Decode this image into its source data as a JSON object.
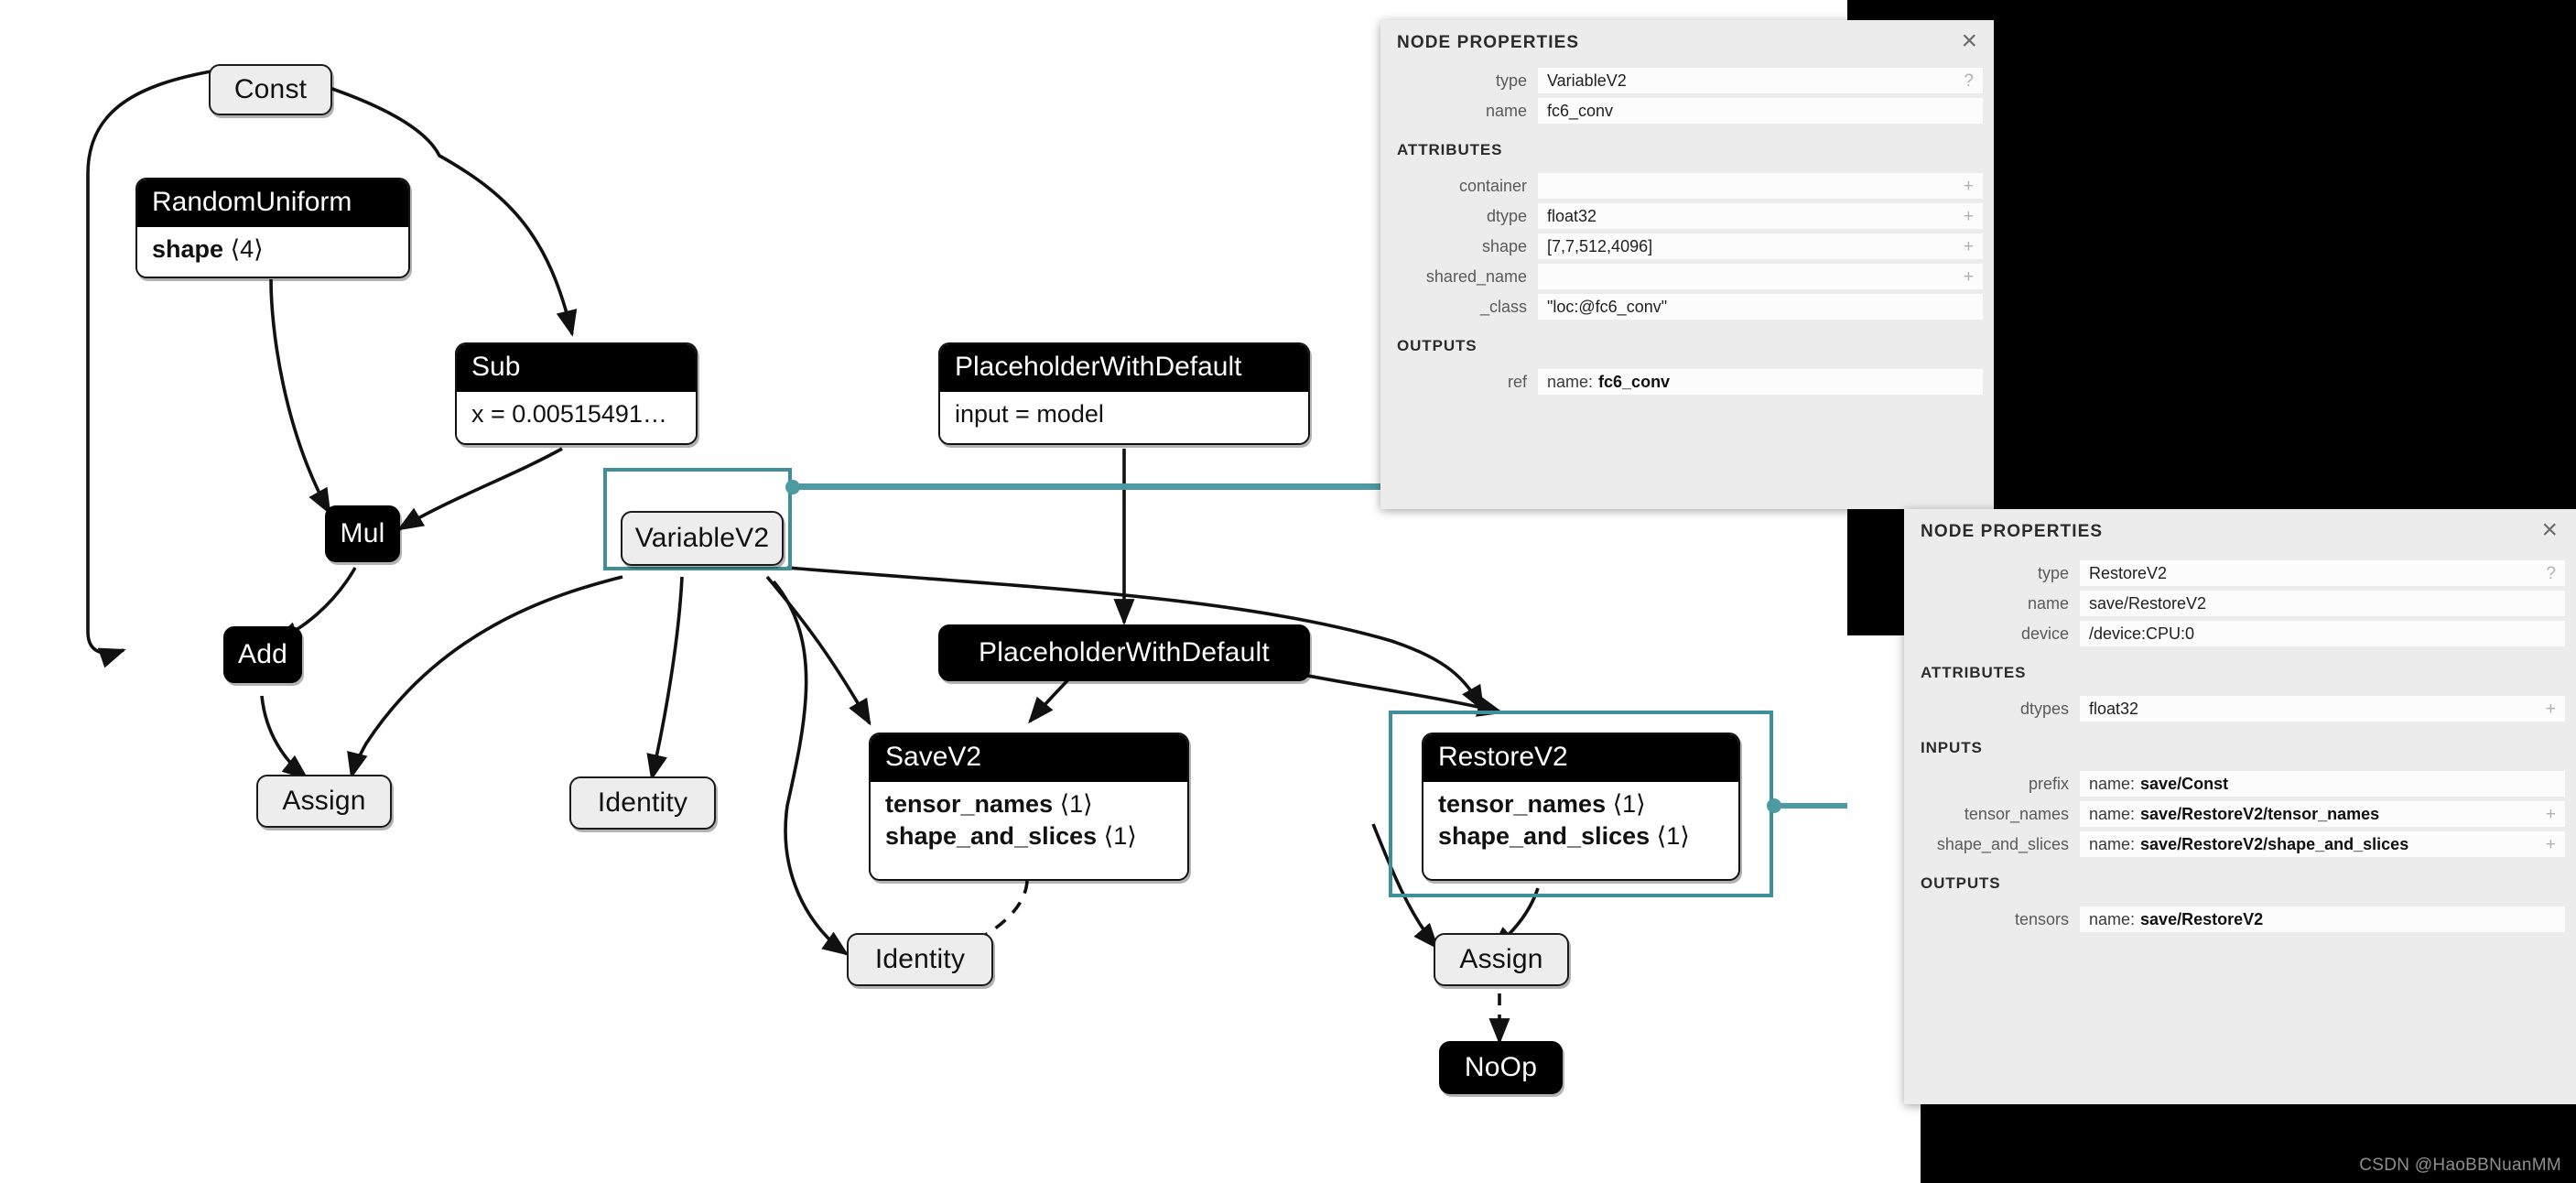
{
  "watermark": "CSDN @HaoBBNuanMM",
  "colors": {
    "selection_teal": "#3e8f99",
    "connector_teal": "#4e9aa2",
    "panel_bg": "#ececec",
    "field_bg": "#fcfcfc",
    "node_dark": "#000000",
    "node_light": "#ededed"
  },
  "graph": {
    "nodes": [
      {
        "id": "const",
        "label": "Const",
        "style": "light"
      },
      {
        "id": "randomuniform",
        "label": "RandomUniform",
        "style": "card",
        "attrs": [
          {
            "key": "shape",
            "val": "⟨4⟩"
          }
        ]
      },
      {
        "id": "sub",
        "label": "Sub",
        "style": "card",
        "attrs": [
          {
            "key": "x = 0.00515491…",
            "val": ""
          }
        ]
      },
      {
        "id": "mul",
        "label": "Mul",
        "style": "dark"
      },
      {
        "id": "add",
        "label": "Add",
        "style": "dark"
      },
      {
        "id": "assign_left",
        "label": "Assign",
        "style": "light"
      },
      {
        "id": "variablev2",
        "label": "VariableV2",
        "style": "light",
        "selected": true
      },
      {
        "id": "identity_mid",
        "label": "Identity",
        "style": "light"
      },
      {
        "id": "pwd_top",
        "label": "PlaceholderWithDefault",
        "style": "card",
        "attrs": [
          {
            "key": "input = model",
            "val": ""
          }
        ]
      },
      {
        "id": "pwd_mid",
        "label": "PlaceholderWithDefault",
        "style": "dark"
      },
      {
        "id": "savev2",
        "label": "SaveV2",
        "style": "card",
        "attrs": [
          {
            "key": "tensor_names",
            "val": "⟨1⟩"
          },
          {
            "key": "shape_and_slices",
            "val": "⟨1⟩"
          }
        ]
      },
      {
        "id": "restorev2",
        "label": "RestoreV2",
        "style": "card",
        "selected": true,
        "attrs": [
          {
            "key": "tensor_names",
            "val": "⟨1⟩"
          },
          {
            "key": "shape_and_slices",
            "val": "⟨1⟩"
          }
        ]
      },
      {
        "id": "identity_save",
        "label": "Identity",
        "style": "light"
      },
      {
        "id": "assign_right",
        "label": "Assign",
        "style": "light"
      },
      {
        "id": "noop",
        "label": "NoOp",
        "style": "dark"
      }
    ]
  },
  "panel1": {
    "title": "NODE PROPERTIES",
    "close_icon": "×",
    "fields": [
      {
        "label": "type",
        "value": "VariableV2",
        "affix": "?"
      },
      {
        "label": "name",
        "value": "fc6_conv",
        "affix": ""
      }
    ],
    "attributes_heading": "ATTRIBUTES",
    "attributes": [
      {
        "label": "container",
        "value": "",
        "affix": "+"
      },
      {
        "label": "dtype",
        "value": "float32",
        "affix": "+"
      },
      {
        "label": "shape",
        "value": "[7,7,512,4096]",
        "affix": "+"
      },
      {
        "label": "shared_name",
        "value": "",
        "affix": "+"
      },
      {
        "label": "_class",
        "value": "\"loc:@fc6_conv\"",
        "affix": ""
      }
    ],
    "outputs_heading": "OUTPUTS",
    "outputs": [
      {
        "label": "ref",
        "prefix": "name:",
        "value": "fc6_conv",
        "affix": ""
      }
    ]
  },
  "panel2": {
    "title": "NODE PROPERTIES",
    "close_icon": "×",
    "fields": [
      {
        "label": "type",
        "value": "RestoreV2",
        "affix": "?"
      },
      {
        "label": "name",
        "value": "save/RestoreV2",
        "affix": ""
      },
      {
        "label": "device",
        "value": "/device:CPU:0",
        "affix": ""
      }
    ],
    "attributes_heading": "ATTRIBUTES",
    "attributes": [
      {
        "label": "dtypes",
        "value": "float32",
        "affix": "+"
      }
    ],
    "inputs_heading": "INPUTS",
    "inputs": [
      {
        "label": "prefix",
        "prefix": "name:",
        "value": "save/Const",
        "affix": ""
      },
      {
        "label": "tensor_names",
        "prefix": "name:",
        "value": "save/RestoreV2/tensor_names",
        "affix": "+"
      },
      {
        "label": "shape_and_slices",
        "prefix": "name:",
        "value": "save/RestoreV2/shape_and_slices",
        "affix": "+"
      }
    ],
    "outputs_heading": "OUTPUTS",
    "outputs": [
      {
        "label": "tensors",
        "prefix": "name:",
        "value": "save/RestoreV2",
        "affix": ""
      }
    ]
  }
}
